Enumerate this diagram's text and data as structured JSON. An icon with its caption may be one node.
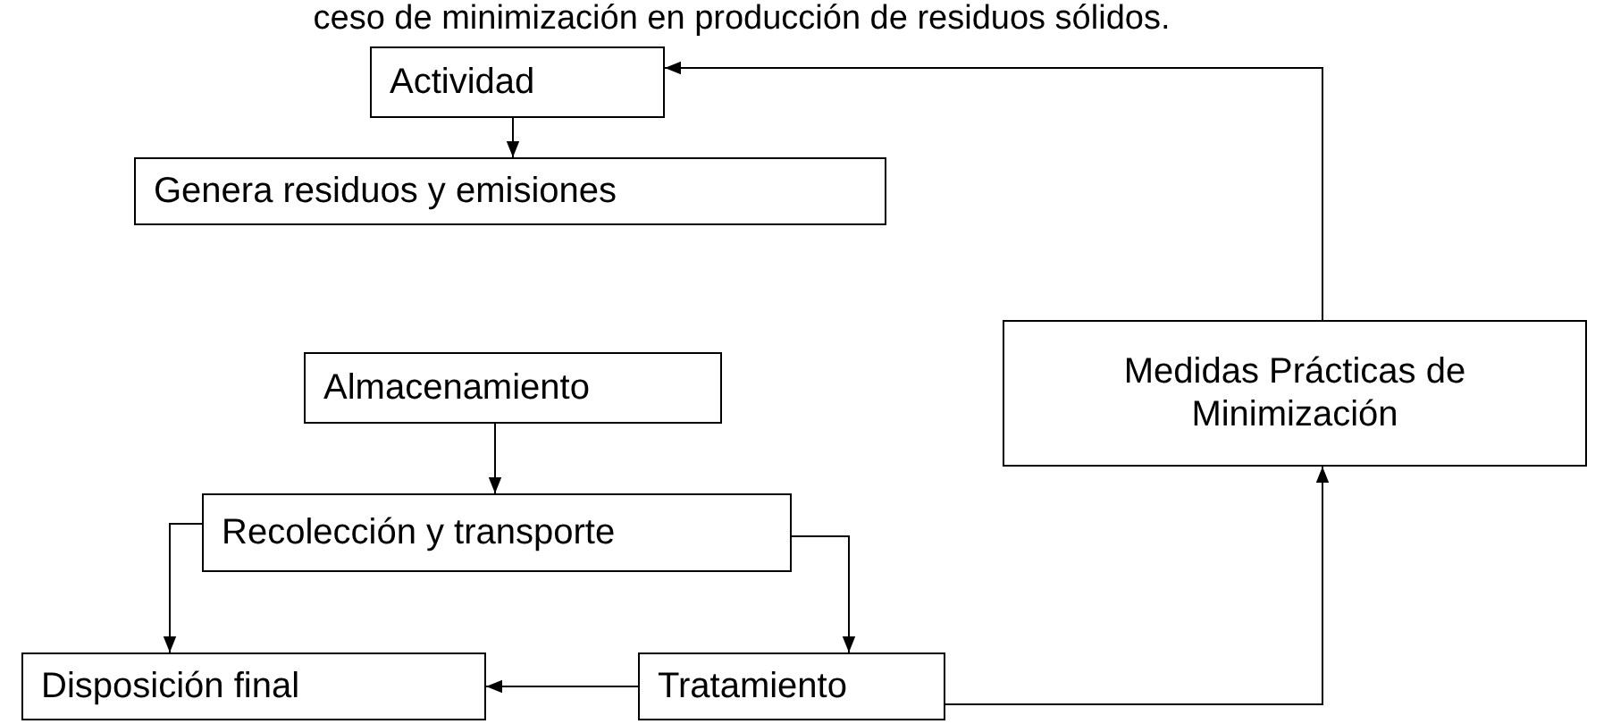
{
  "diagram": {
    "title": "ceso de minimización en producción de residuos sólidos.",
    "nodes": [
      {
        "text": [
          "Actividad"
        ]
      },
      {
        "text": [
          "Genera residuos y emisiones"
        ]
      },
      {
        "text": [
          "Medidas Prácticas de Minimización"
        ]
      },
      {
        "text": [
          "Almacenamiento"
        ]
      },
      {
        "text": [
          "Recolección y transporte"
        ]
      },
      {
        "text": [
          "Disposición final"
        ]
      },
      {
        "text": [
          "Tratamiento"
        ]
      }
    ],
    "edges": [
      {
        "from": 0,
        "to": 1,
        "arrow": "to"
      },
      {
        "from": 3,
        "to": 4,
        "arrow": "to"
      },
      {
        "from": 4,
        "to": 5,
        "arrow": "to"
      },
      {
        "from": 4,
        "to": 6,
        "arrow": "to"
      },
      {
        "from": 6,
        "to": 5,
        "arrow": "to"
      },
      {
        "from": 6,
        "to": 2,
        "arrow": "to"
      },
      {
        "from": 2,
        "to": 0,
        "arrow": "to"
      }
    ]
  }
}
